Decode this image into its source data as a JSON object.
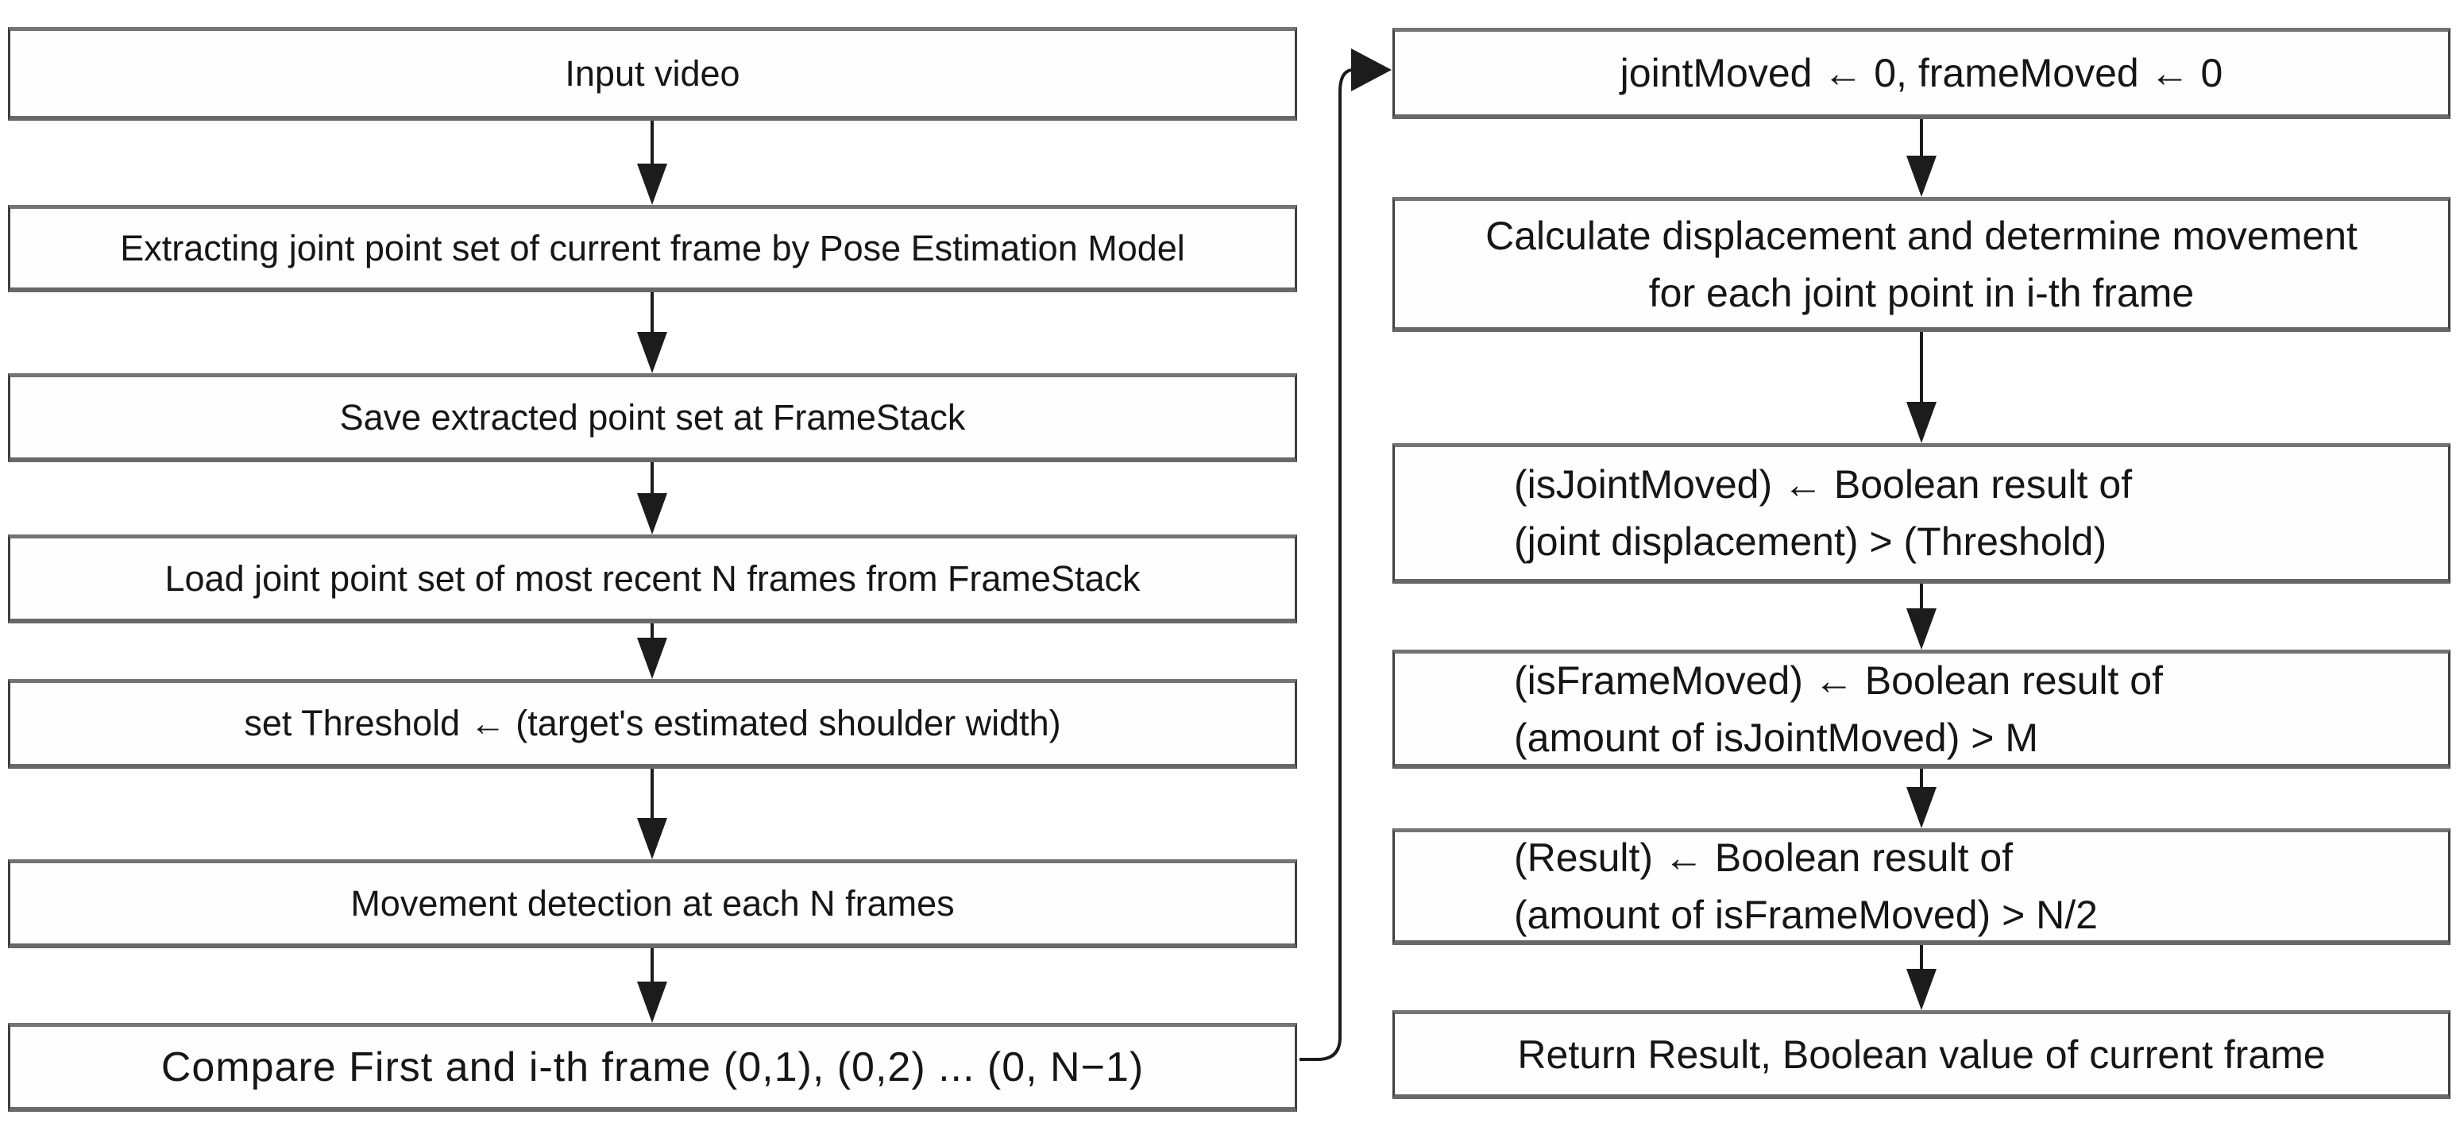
{
  "diagram": {
    "left_column": [
      {
        "label": "Input video"
      },
      {
        "label": "Extracting joint point set of current frame by Pose Estimation Model"
      },
      {
        "label": "Save extracted point set at FrameStack"
      },
      {
        "label": "Load joint point set of most recent N frames from FrameStack"
      },
      {
        "label": "set Threshold ← (target's estimated shoulder width)"
      },
      {
        "label": "Movement detection at each N frames"
      },
      {
        "label": "Compare First and i-th frame (0,1), (0,2) ... (0, N−1)"
      }
    ],
    "right_column": [
      {
        "lines": [
          "jointMoved ← 0, frameMoved ← 0"
        ]
      },
      {
        "lines": [
          "Calculate displacement and determine movement",
          "for each joint point in i-th frame"
        ]
      },
      {
        "lines": [
          "(isJointMoved) ← Boolean result of",
          "(joint displacement) > (Threshold)"
        ]
      },
      {
        "lines": [
          "(isFrameMoved) ← Boolean result of",
          "(amount of isJointMoved) > M"
        ]
      },
      {
        "lines": [
          "(Result) ← Boolean result of",
          "(amount of isFrameMoved) > N/2"
        ]
      },
      {
        "lines": [
          "Return Result, Boolean value of current frame"
        ]
      }
    ]
  }
}
